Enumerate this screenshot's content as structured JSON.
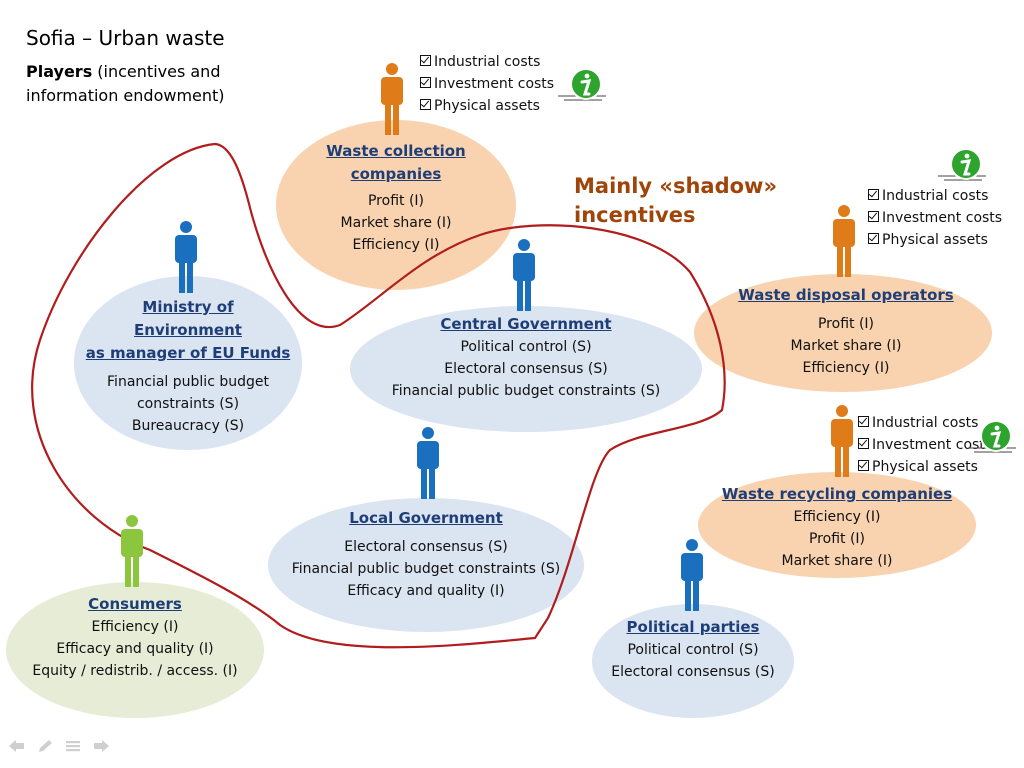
{
  "header": {
    "title": "Sofia – Urban waste",
    "subtitle_bold": "Players",
    "subtitle_rest": " (incentives and information endowment)"
  },
  "colors": {
    "orange_fill": "#f9d3b0",
    "blue_fill": "#dbe4f1",
    "green_fill": "#e6ecd6",
    "orange_person": "#e07b1a",
    "blue_person": "#1a6fbf",
    "green_person": "#8cc63f",
    "outline": "#b11c1c",
    "shadow_text": "#a0450a",
    "heading_text": "#1e3e78",
    "info_green": "#2ea32e"
  },
  "shadow_label": [
    "Mainly «shadow»",
    "incentives"
  ],
  "checklists": {
    "collection": [
      "Industrial costs",
      "Investment costs",
      "Physical assets"
    ],
    "disposal": [
      "Industrial costs",
      "Investment costs",
      "Physical assets"
    ],
    "recycling": [
      "Industrial costs",
      "Investment costs",
      "Physical assets"
    ]
  },
  "groups": {
    "collection": {
      "name": [
        "Waste collection",
        "companies"
      ],
      "items": [
        "Profit (I)",
        "Market share (I)",
        "Efficiency (I)"
      ]
    },
    "ministry": {
      "name": [
        "Ministry of",
        "Environment",
        "as manager of EU Funds"
      ],
      "items": [
        "Financial public budget",
        "constraints (S)",
        "Bureaucracy (S)"
      ]
    },
    "central": {
      "name": [
        "Central Government"
      ],
      "items": [
        "Political control (S)",
        "Electoral consensus (S)",
        "Financial public budget constraints (S)"
      ]
    },
    "disposal": {
      "name": [
        "Waste disposal operators"
      ],
      "items": [
        "Profit (I)",
        "Market share (I)",
        "Efficiency (I)"
      ]
    },
    "recycling": {
      "name": [
        "Waste recycling companies"
      ],
      "items": [
        "Efficiency (I)",
        "Profit (I)",
        "Market share (I)"
      ]
    },
    "local": {
      "name": [
        "Local Government"
      ],
      "items": [
        "Electoral consensus (S)",
        "Financial public budget constraints (S)",
        "Efficacy and quality (I)"
      ]
    },
    "consumers": {
      "name": [
        "Consumers"
      ],
      "items": [
        "Efficiency (I)",
        "Efficacy and quality (I)",
        "Equity / redistrib. / access. (I)"
      ]
    },
    "parties": {
      "name": [
        "Political parties"
      ],
      "items": [
        "Political control (S)",
        "Electoral consensus (S)"
      ]
    }
  },
  "icons": {
    "person": "person-icon",
    "info": "info-icon",
    "check": "checkbox-icon",
    "nav": [
      "arrow-left-icon",
      "pen-icon",
      "menu-icon",
      "arrow-right-icon"
    ]
  }
}
